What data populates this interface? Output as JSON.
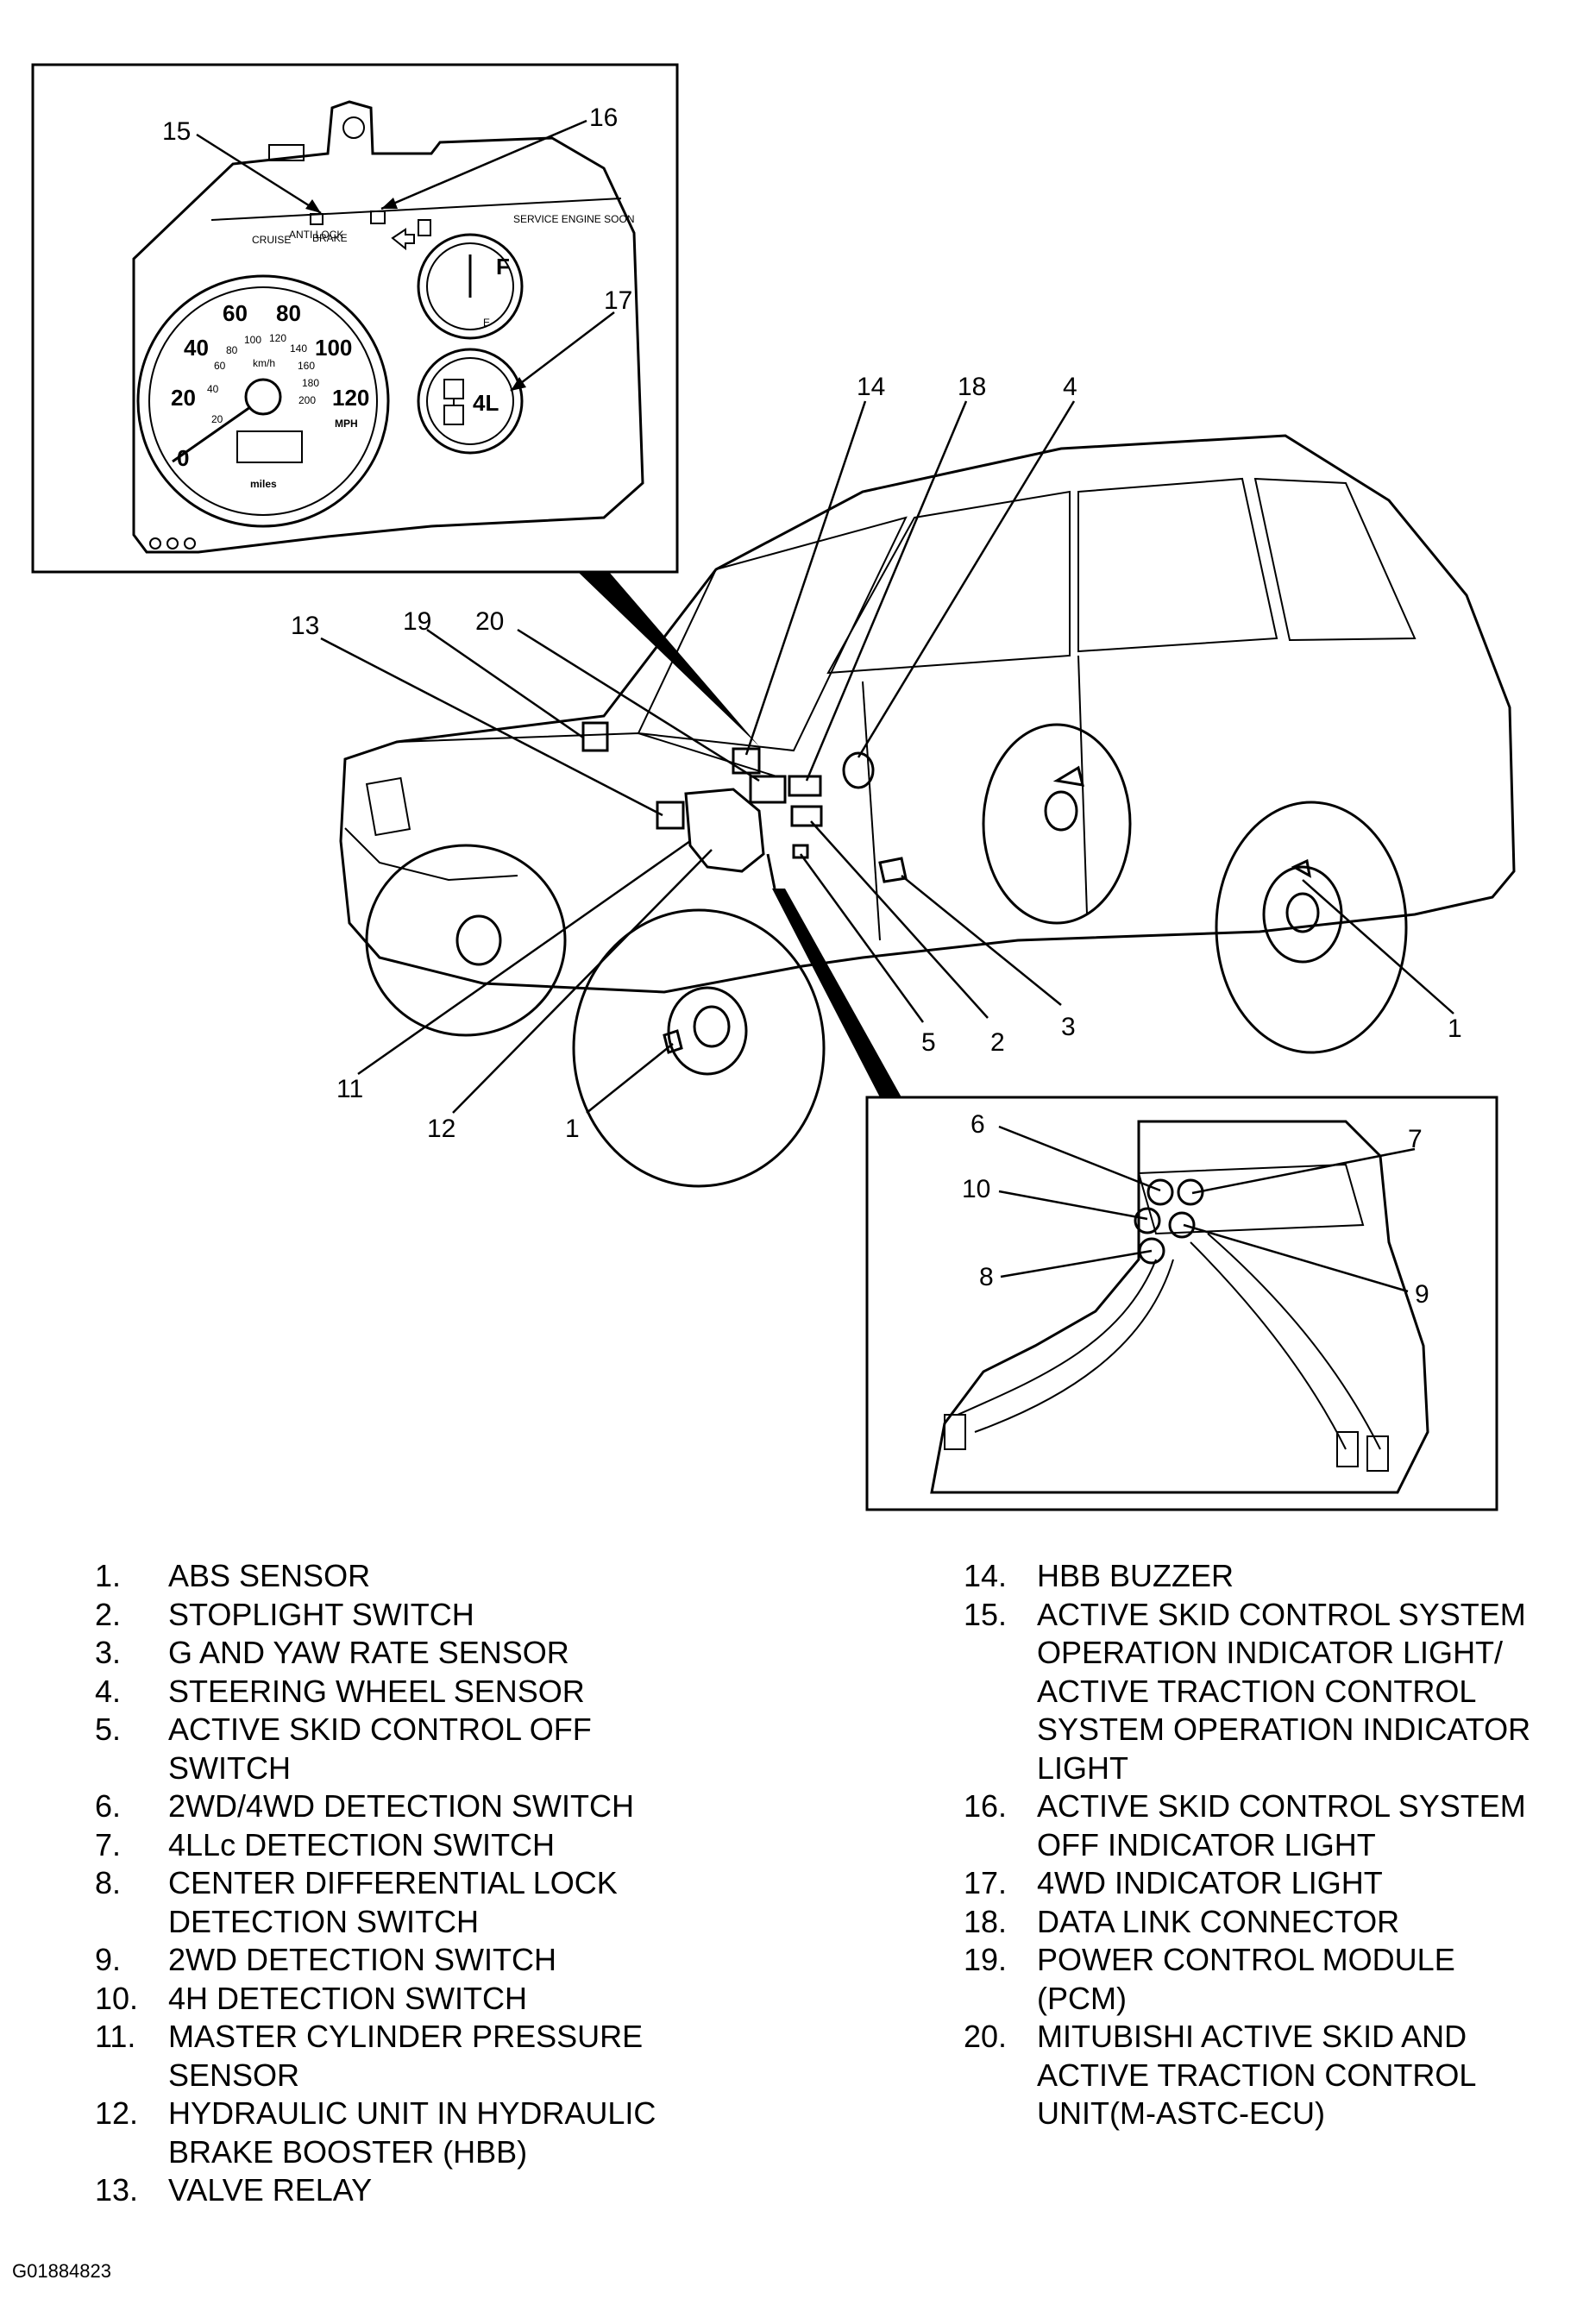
{
  "callouts": {
    "c1a": "1",
    "c1b": "1",
    "c2": "2",
    "c3": "3",
    "c4": "4",
    "c5": "5",
    "c6": "6",
    "c7": "7",
    "c8": "8",
    "c9": "9",
    "c10": "10",
    "c11": "11",
    "c12": "12",
    "c13": "13",
    "c14": "14",
    "c15": "15",
    "c16": "16",
    "c17": "17",
    "c18": "18",
    "c19": "19",
    "c20": "20"
  },
  "cluster": {
    "speed_labels": [
      "0",
      "20",
      "40",
      "60",
      "80",
      "100",
      "120"
    ],
    "kmh_labels": [
      "20",
      "40",
      "60",
      "80",
      "100",
      "120",
      "140",
      "160",
      "180",
      "200"
    ],
    "kmh_unit": "km/h",
    "mph_unit": "MPH",
    "odo_unit": "miles",
    "fuel_full": "F",
    "fuel_empty": "E",
    "four_l": "4L",
    "indicators": {
      "cruise": "CRUISE",
      "anti_lock": "ANTI LOCK",
      "brake": "BRAKE",
      "service": "SERVICE ENGINE SOON"
    }
  },
  "legend_left": [
    {
      "num": "1.",
      "text": "ABS SENSOR"
    },
    {
      "num": "2.",
      "text": "STOPLIGHT SWITCH"
    },
    {
      "num": "3.",
      "text": "G AND YAW RATE SENSOR"
    },
    {
      "num": "4.",
      "text": "STEERING WHEEL SENSOR"
    },
    {
      "num": "5.",
      "text": "ACTIVE SKID CONTROL OFF SWITCH"
    },
    {
      "num": "6.",
      "text": "2WD/4WD DETECTION SWITCH"
    },
    {
      "num": "7.",
      "text": "4LLc DETECTION SWITCH"
    },
    {
      "num": "8.",
      "text": "CENTER DIFFERENTIAL LOCK DETECTION SWITCH"
    },
    {
      "num": "9.",
      "text": "2WD DETECTION SWITCH"
    },
    {
      "num": "10.",
      "text": "4H DETECTION SWITCH"
    },
    {
      "num": "11.",
      "text": "MASTER CYLINDER PRESSURE SENSOR"
    },
    {
      "num": "12.",
      "text": "HYDRAULIC UNIT IN HYDRAULIC BRAKE BOOSTER (HBB)"
    },
    {
      "num": "13.",
      "text": "VALVE RELAY"
    }
  ],
  "legend_right": [
    {
      "num": "14.",
      "text": "HBB BUZZER"
    },
    {
      "num": "15.",
      "text": "ACTIVE SKID CONTROL SYSTEM OPERATION INDICATOR LIGHT/ ACTIVE TRACTION CONTROL SYSTEM OPERATION INDICATOR LIGHT"
    },
    {
      "num": "16.",
      "text": "ACTIVE SKID CONTROL SYSTEM OFF INDICATOR LIGHT"
    },
    {
      "num": "17.",
      "text": "4WD INDICATOR LIGHT"
    },
    {
      "num": "18.",
      "text": "DATA LINK CONNECTOR"
    },
    {
      "num": "19.",
      "text": "POWER CONTROL MODULE (PCM)"
    },
    {
      "num": "20.",
      "text": "MITUBISHI ACTIVE SKID AND ACTIVE TRACTION CONTROL UNIT(M-ASTC-ECU)"
    }
  ],
  "figure_id": "G01884823"
}
